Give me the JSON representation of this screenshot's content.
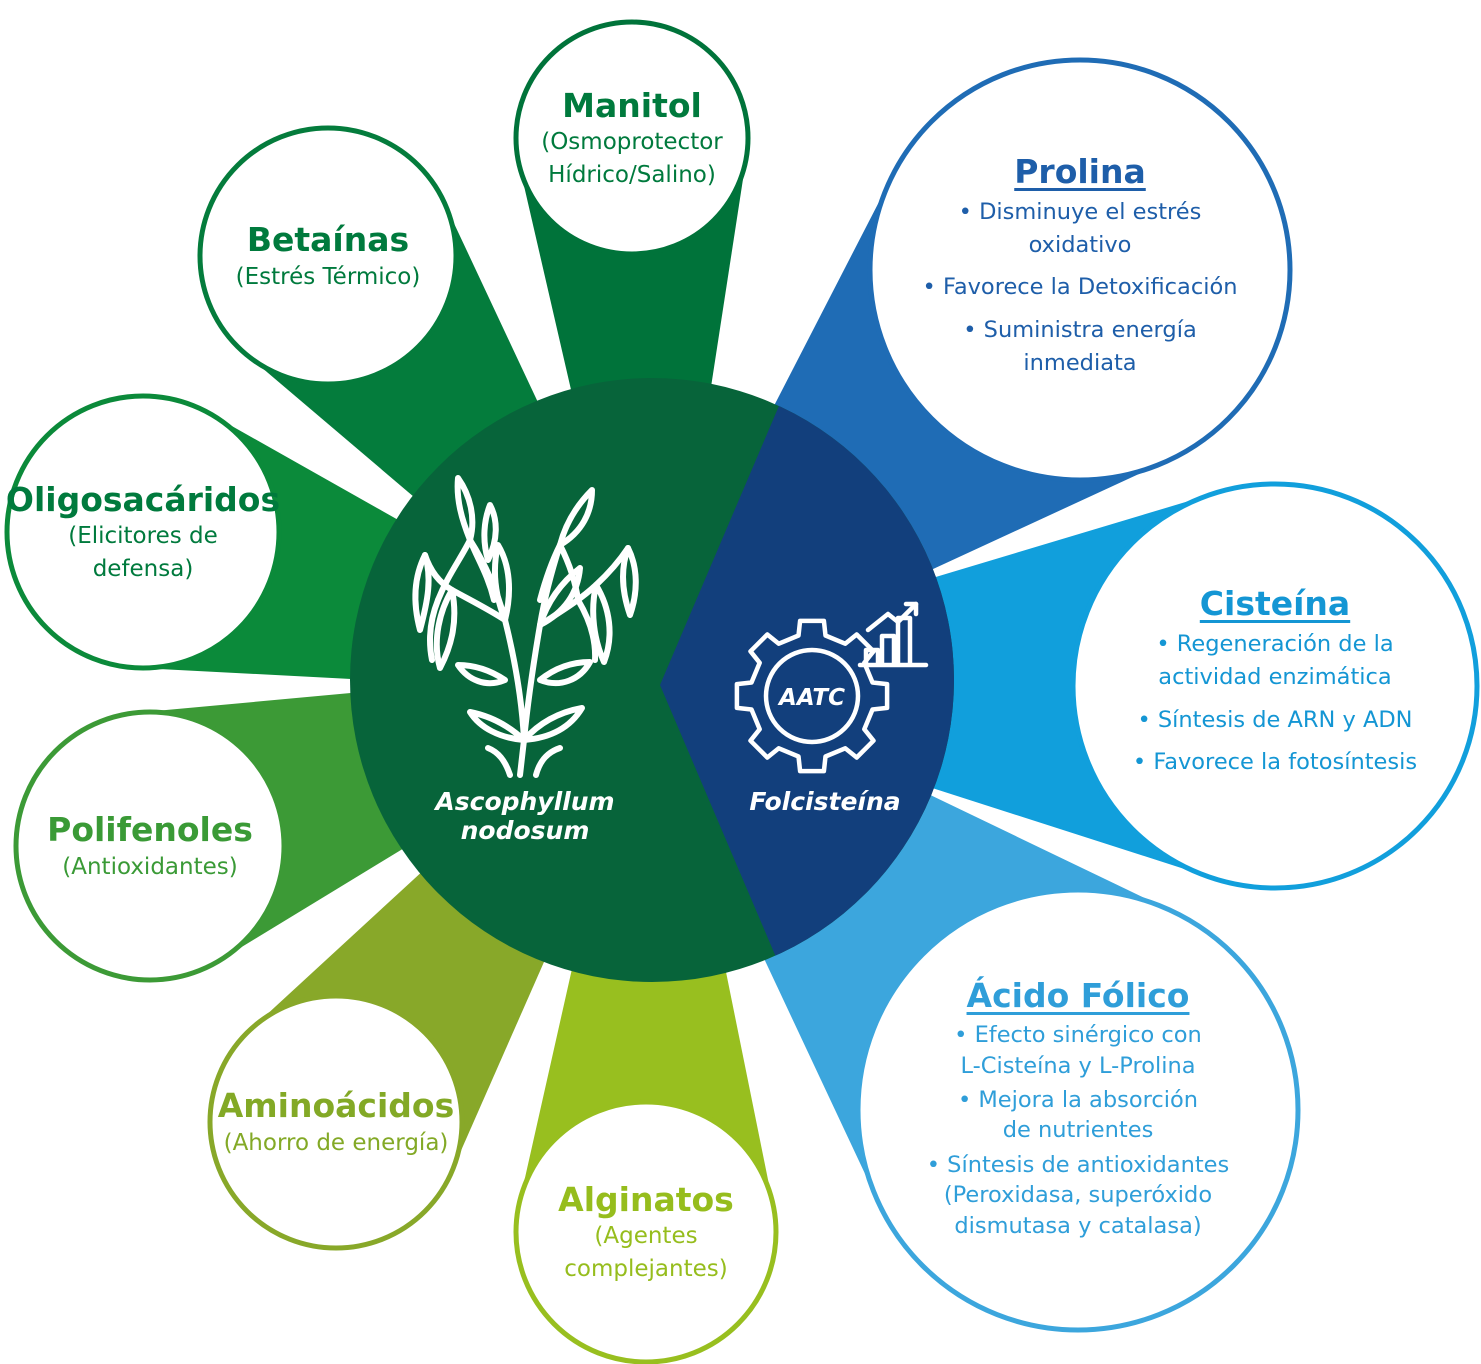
{
  "colors": {
    "center_green": "#07643a",
    "center_blue": "#123f7c",
    "white": "#ffffff"
  },
  "center": {
    "left_label": "Ascophyllum\nnodosum",
    "right_label": "Folcisteína",
    "left_icon": "seaweed-icon",
    "right_icon": "gear-chart-icon",
    "gear_text": "AATC"
  },
  "green_items": [
    {
      "title": "Manitol",
      "desc": "(Osmoprotector\nHídrico/Salino)",
      "color": "#00733a",
      "text_color": "#007a3d"
    },
    {
      "title": "Betaínas",
      "desc": "(Estrés Térmico)",
      "color": "#047c3c",
      "text_color": "#007a3d"
    },
    {
      "title": "Oligosacáridos",
      "desc": "(Elicitores de\ndefensa)",
      "color": "#0b8a3a",
      "text_color": "#007a3d"
    },
    {
      "title": "Polifenoles",
      "desc": "(Antioxidantes)",
      "color": "#3c9a36",
      "text_color": "#3a9a36"
    },
    {
      "title": "Aminoácidos",
      "desc": "(Ahorro de energía)",
      "color": "#88a829",
      "text_color": "#83a926"
    },
    {
      "title": "Alginatos",
      "desc": "(Agentes\ncomplejantes)",
      "color": "#98bf1f",
      "text_color": "#96bd1d"
    }
  ],
  "blue_items": [
    {
      "title": "Prolina",
      "color": "#1f6cb5",
      "text_color": "#1e5ea9",
      "bullets": [
        "• Disminuye el estrés\noxidativo",
        "• Favorece la Detoxificación",
        "• Suministra energía\ninmediata"
      ]
    },
    {
      "title": "Cisteína",
      "color": "#119fdc",
      "text_color": "#1496d4",
      "bullets": [
        "• Regeneración de la\nactividad enzimática",
        "• Síntesis de ARN y ADN",
        "• Favorece la fotosíntesis"
      ]
    },
    {
      "title": "Ácido Fólico",
      "color": "#3ca6dd",
      "text_color": "#2f9ed9",
      "bullets": [
        "• Efecto sinérgico con\nL-Cisteína y L-Prolina",
        "• Mejora la absorción\nde nutrientes",
        "• Síntesis de antioxidantes\n(Peroxidasa, superóxido\ndismutasa y catalasa)"
      ]
    }
  ]
}
